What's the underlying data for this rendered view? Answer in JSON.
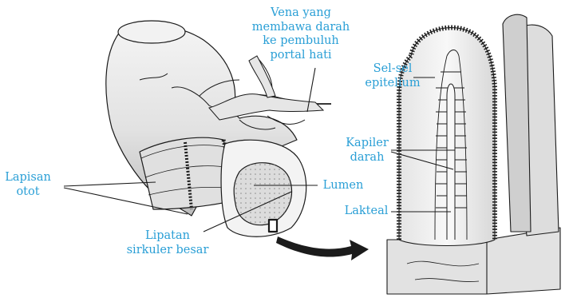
{
  "colors": {
    "label": "#2a9fd6",
    "ink": "#1b1b1b",
    "tissue": "#ececec",
    "tissue_shade": "#cfcfcf",
    "tissue_dark": "#9a9a9a",
    "cut": "#f6f6f6"
  },
  "labels": {
    "vein": [
      "Vena yang",
      "membawa darah",
      "ke pembuluh",
      "portal hati"
    ],
    "muscle": [
      "Lapisan",
      "otot"
    ],
    "lumen": [
      "Lumen"
    ],
    "fold": [
      "Lipatan",
      "sirkuler besar"
    ],
    "epithelium": [
      "Sel-sel",
      "epitelium"
    ],
    "capillary": [
      "Kapiler",
      "darah"
    ],
    "lacteal": [
      "Lakteal"
    ]
  }
}
